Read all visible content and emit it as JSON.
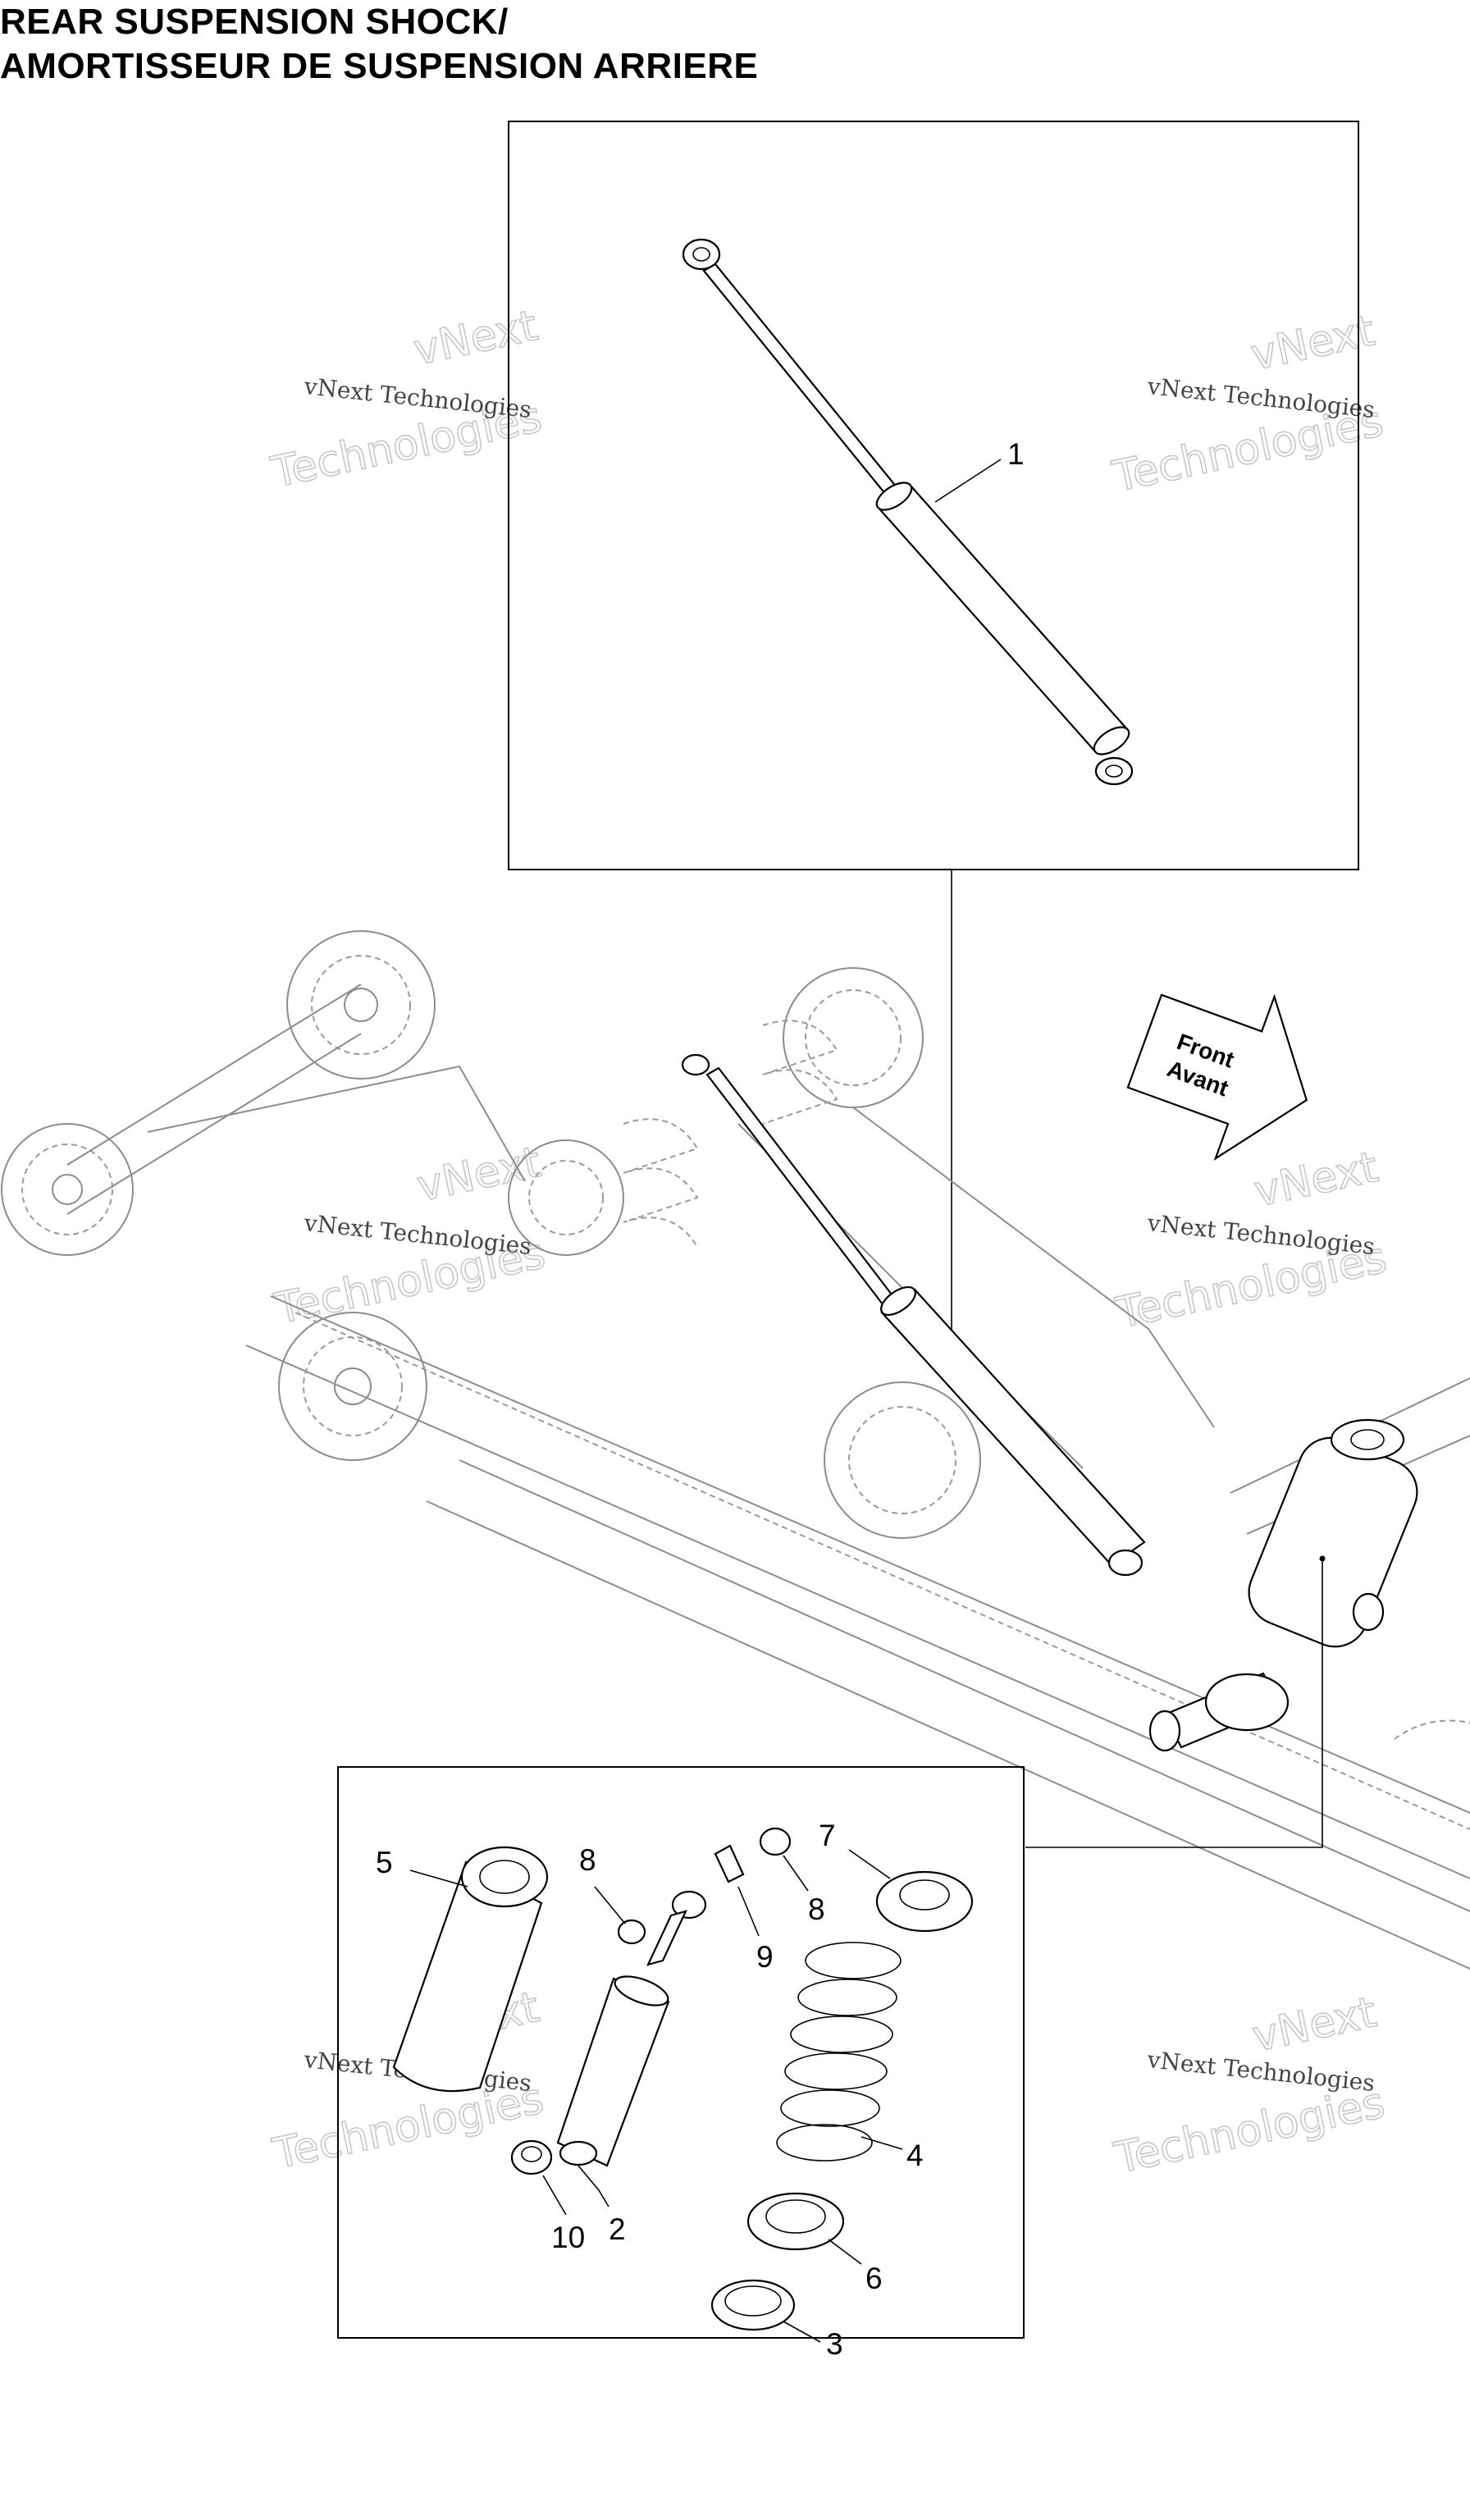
{
  "title": {
    "line1": "REAR SUSPENSION SHOCK/",
    "line2": "AMORTISSEUR DE SUSPENSION ARRIERE"
  },
  "direction_arrow": {
    "line1": "Front",
    "line2": "Avant"
  },
  "watermark": {
    "small": "vNext Technologies",
    "big1": "vNext",
    "big2": "Technologies"
  },
  "callouts": {
    "c1": "1",
    "c2": "2",
    "c3": "3",
    "c4": "4",
    "c5": "5",
    "c6": "6",
    "c7": "7",
    "c8a": "8",
    "c8b": "8",
    "c9": "9",
    "c10": "10"
  }
}
